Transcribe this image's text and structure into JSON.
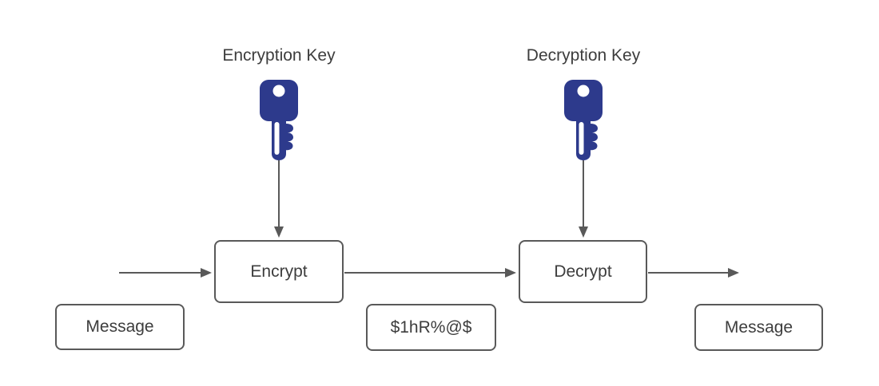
{
  "diagram": {
    "type": "flow-diagram",
    "topic": "encryption-decryption-process",
    "labels": {
      "encryption_key": "Encryption Key",
      "decryption_key": "Decryption Key"
    },
    "nodes": {
      "message_in": "Message",
      "encrypt": "Encrypt",
      "ciphertext": "$1hR%@$",
      "decrypt": "Decrypt",
      "message_out": "Message"
    },
    "icons": {
      "encryption_key": "key-icon",
      "decryption_key": "key-icon"
    },
    "colors": {
      "key_fill": "#2d3a8c",
      "box_border": "#595959",
      "arrow": "#595959",
      "text": "#3d3d3d",
      "background": "#ffffff"
    }
  }
}
